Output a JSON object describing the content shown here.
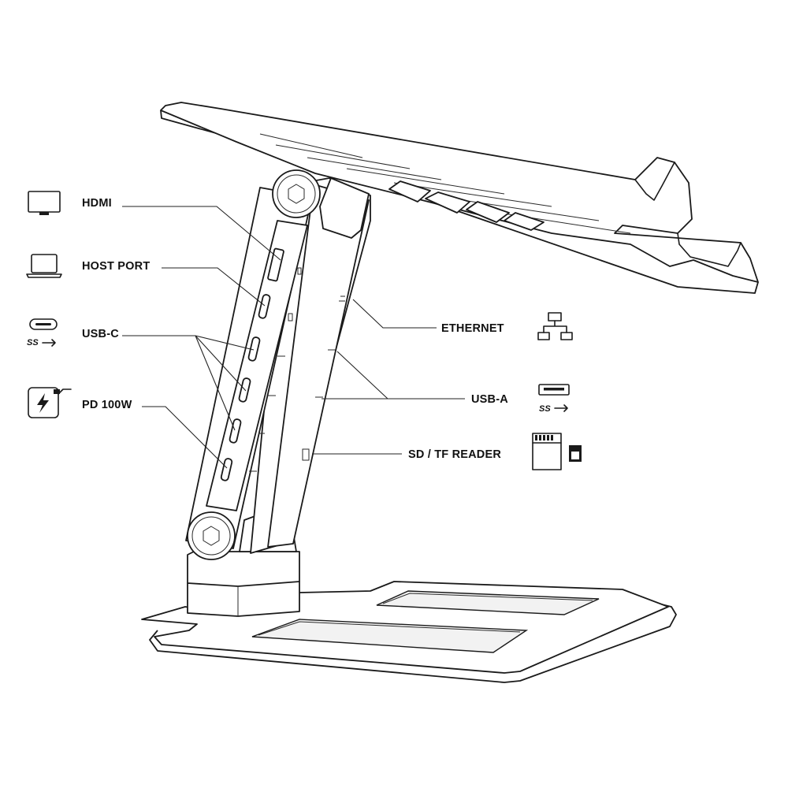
{
  "labels": {
    "hdmi": "HDMI",
    "host_port": "HOST PORT",
    "usb_c": "USB-C",
    "pd": "PD 100W",
    "ethernet": "ETHERNET",
    "usb_a": "USB-A",
    "sd_tf": "SD / TF READER"
  },
  "badges": {
    "usb_c_ss": "SS",
    "usb_a_ss": "SS"
  },
  "icons": {
    "hdmi": "monitor-icon",
    "host_port": "laptop-icon",
    "usb_c": "usb-c-port-icon",
    "pd": "power-delivery-icon",
    "ethernet": "network-icon",
    "usb_a": "usb-a-port-icon",
    "sd_tf": "sd-card-icon"
  },
  "colors": {
    "line": "#1a1a1a",
    "background": "#ffffff",
    "recess": "#f2f2f2"
  }
}
